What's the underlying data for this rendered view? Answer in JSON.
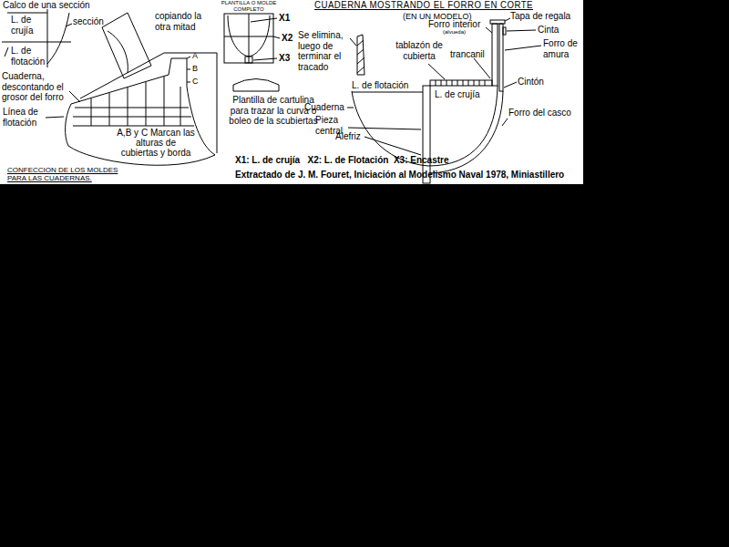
{
  "diagram": {
    "caption": "Extractado de J. M. Fouret, Iniciación al Modelismo Naval 1978, Miniastillero",
    "labels": [
      "Calco de una sección",
      "L. de crujía",
      "sección",
      "L. de flotación",
      "Cuaderna, descontando el grosor del forro",
      "copiando la otra mitad",
      "Línea de flotación",
      "A",
      "B",
      "C",
      "A,B y C Marcan las alturas de cubiertas y borda",
      "CONFECCION DE LOS MOLDES PARA LAS CUADERNAS.",
      "PLANTILLA O MOLDE COMPLETO",
      "X1",
      "X2",
      "X3",
      "Se elimina, luego de terminar el tracado",
      "Plantilla de cartulina para trazar la curva o boleo de la scubiertas",
      "X1: L. de crujía   X2: L. de Flotación  X3: Encastre",
      "CUADERNA MOSTRANDO EL FORRO EN CORTE",
      "(EN UN MODELO)",
      "Tapa de regala",
      "Forro interior",
      "(alvueda)",
      "Cinta",
      "tablazón de cubierta",
      "trancanil",
      "Forro de amura",
      "Cintón",
      "L. de flotación",
      "L. de crujía",
      "Cuaderna",
      "Pieza central",
      "Forro del casco",
      "Alefriz"
    ]
  }
}
